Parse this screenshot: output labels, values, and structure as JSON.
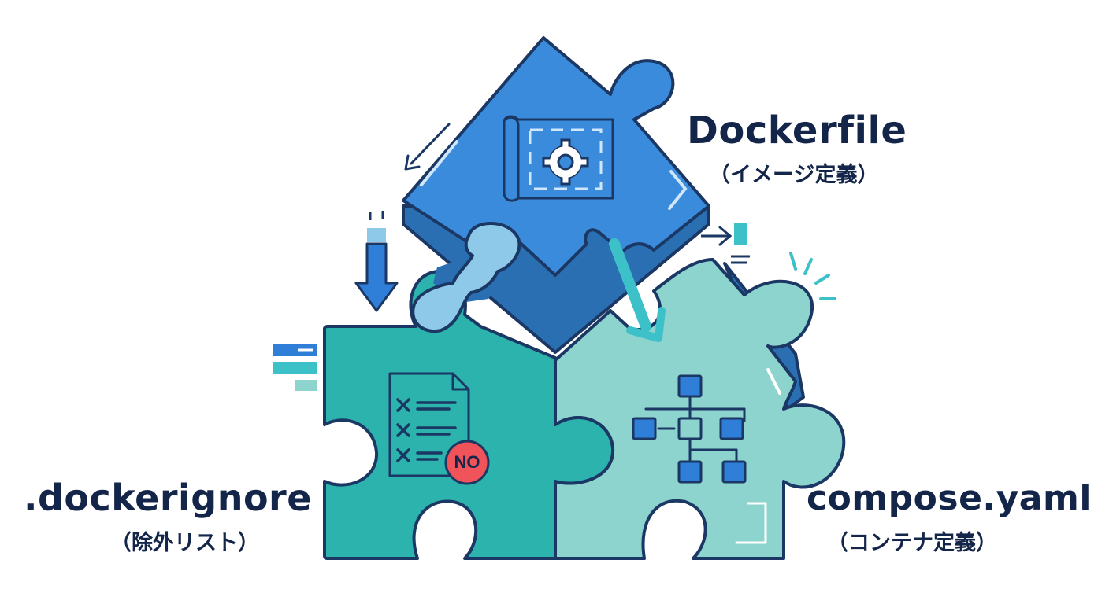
{
  "pieces": {
    "dockerfile": {
      "title": "Dockerfile",
      "subtitle": "（イメージ定義）",
      "color": "#3b8bdc",
      "icon": "blueprint-gear-icon"
    },
    "dockerignore": {
      "title": ".dockerignore",
      "subtitle": "（除外リスト）",
      "color": "#2db3ad",
      "icon": "exclusion-list-document-icon",
      "badge": "NO"
    },
    "compose": {
      "title": "compose.yaml",
      "subtitle": "（コンテナ定義）",
      "color": "#8dd3ce",
      "icon": "container-network-icon"
    }
  },
  "colors": {
    "outline": "#1b3763",
    "dark_text": "#14254a",
    "badge_red": "#f0545a",
    "arrow_blue": "#2f7fd8",
    "arrow_teal": "#3cc1c9"
  }
}
